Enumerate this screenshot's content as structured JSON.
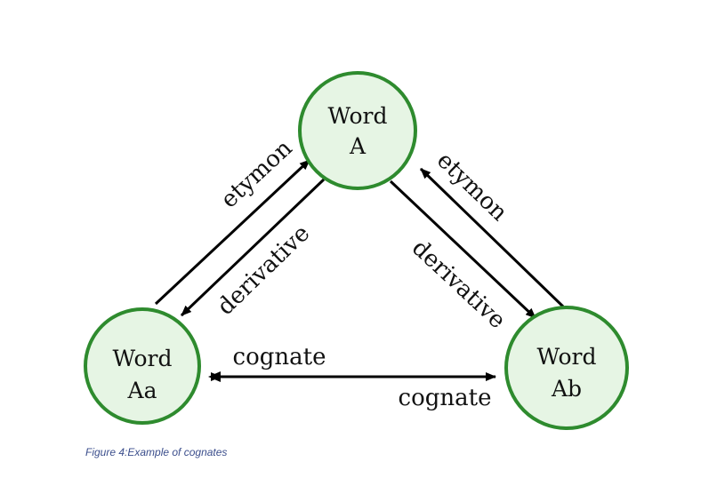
{
  "nodes": {
    "a": {
      "line1": "Word",
      "line2": "A"
    },
    "aa": {
      "line1": "Word",
      "line2": "Aa"
    },
    "ab": {
      "line1": "Word",
      "line2": "Ab"
    }
  },
  "edges": {
    "aa_to_a": "etymon",
    "a_to_aa": "derivative",
    "ab_to_a": "etymon",
    "a_to_ab": "derivative",
    "cognate_top": "cognate",
    "cognate_bottom": "cognate"
  },
  "caption": "Figure 4:Example of cognates",
  "colors": {
    "node_fill": "#e6f5e4",
    "node_stroke": "#2e8b2e",
    "caption": "#3b4e8c"
  }
}
